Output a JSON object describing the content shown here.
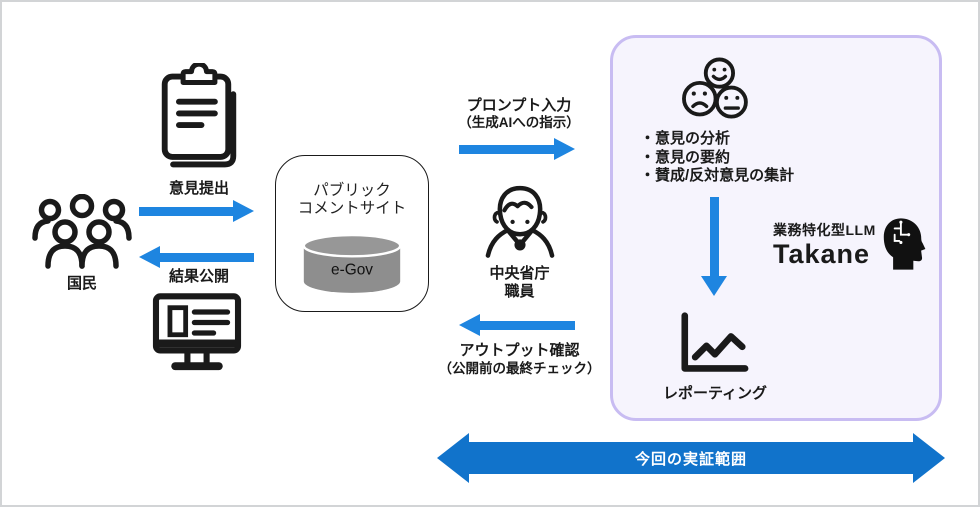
{
  "colors": {
    "arrow_blue": "#1e85e0",
    "big_arrow_blue": "#1173cb",
    "purple_border": "#c8bcf2",
    "purple_bg": "#f6f4fd",
    "cylinder_gray": "#8e8e8e",
    "icon_black": "#1a1a1a"
  },
  "citizens": {
    "label": "国民",
    "icon": "people-group-icon"
  },
  "submit_flow": {
    "label": "意見提出",
    "icon": "clipboard-icon",
    "direction": "right"
  },
  "publish_flow": {
    "label": "結果公開",
    "icon": "monitor-icon",
    "direction": "left"
  },
  "pubcom_site": {
    "title_line1": "パブリック",
    "title_line2": "コメントサイト",
    "db_label": "e-Gov",
    "icon": "database-icon"
  },
  "prompt_flow": {
    "label_line1": "プロンプト入力",
    "label_line2": "（生成AIへの指示）",
    "direction": "right"
  },
  "staff": {
    "label_line1": "中央省庁",
    "label_line2": "職員",
    "icon": "person-icon"
  },
  "output_flow": {
    "label_line1": "アウトプット確認",
    "label_line2": "（公開前の最終チェック）",
    "direction": "left"
  },
  "llm_box": {
    "faces_icon": "emotion-faces-icon",
    "tasks": [
      "・意見の分析",
      "・意見の要約",
      "・賛成/反対意見の集計"
    ],
    "model": {
      "category": "業務特化型LLM",
      "name": "Takane",
      "icon": "ai-head-icon"
    },
    "reporting_label": "レポーティング",
    "reporting_icon": "line-chart-icon"
  },
  "scope_banner": {
    "label": "今回の実証範囲"
  }
}
